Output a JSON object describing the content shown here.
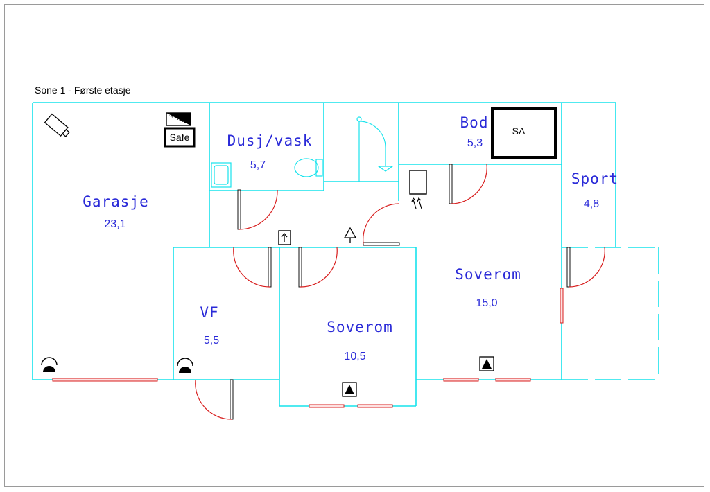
{
  "zone_title": "Sone 1 - Første etasje",
  "rooms": {
    "garasje": {
      "name": "Garasje",
      "area": "23,1"
    },
    "dusj_vask": {
      "name": "Dusj/vask",
      "area": "5,7"
    },
    "bod": {
      "name": "Bod",
      "area": "5,3"
    },
    "sport": {
      "name": "Sport",
      "area": "4,8"
    },
    "vf": {
      "name": "VF",
      "area": "5,5"
    },
    "soverom_small": {
      "name": "Soverom",
      "area": "10,5"
    },
    "soverom_large": {
      "name": "Soverom",
      "area": "15,0"
    }
  },
  "labels": {
    "safe": "Safe",
    "sa": "SA"
  },
  "icons": [
    "camera-icon",
    "safe-icon",
    "smoke-detector-icon",
    "heat-detector-icon",
    "fire-alarm-icon",
    "water-heater-icon",
    "sink-icon",
    "toilet-icon"
  ],
  "colors": {
    "walls": "#16e3ec",
    "text": "#2a2ad8",
    "doors": "#d81d1d"
  }
}
